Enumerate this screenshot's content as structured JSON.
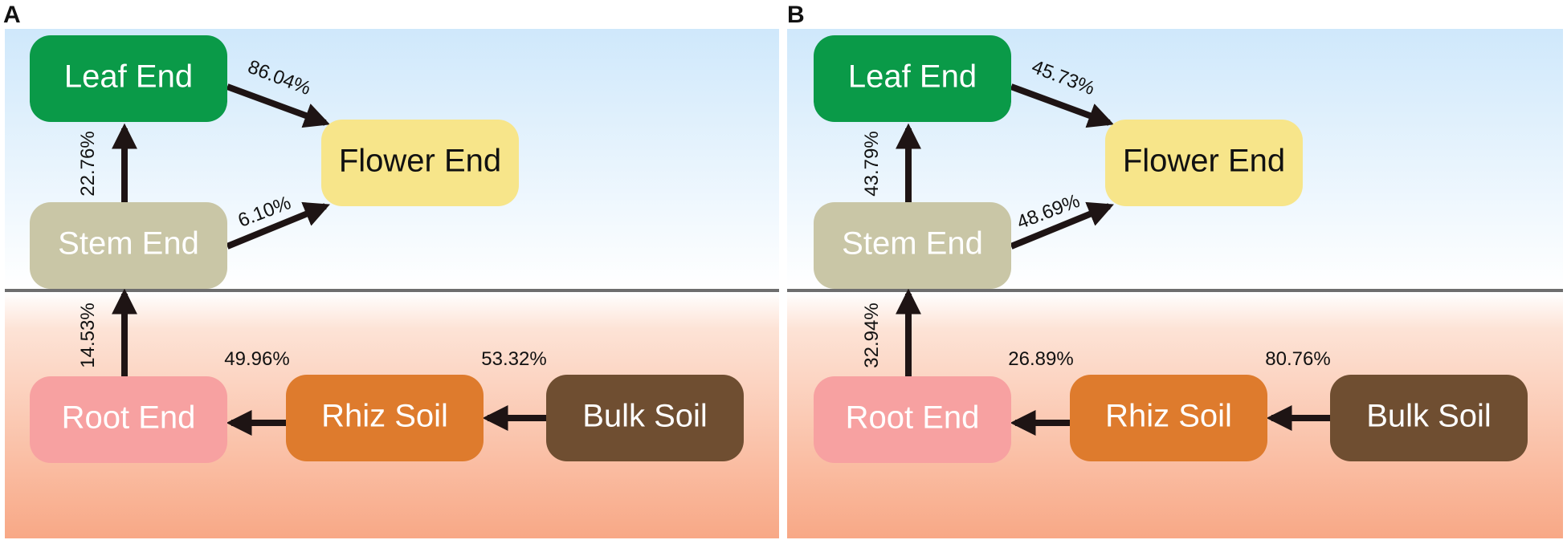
{
  "panels": [
    {
      "id": "A",
      "label": "A",
      "nodes": {
        "leaf": "Leaf End",
        "flower": "Flower End",
        "stem": "Stem End",
        "root": "Root End",
        "rhiz": "Rhiz Soil",
        "bulk": "Bulk Soil"
      },
      "edges": {
        "leaf_to_flower": "86.04%",
        "stem_to_leaf": "22.76%",
        "stem_to_flower": "6.10%",
        "root_to_stem": "14.53%",
        "rhiz_to_root": "49.96%",
        "bulk_to_rhiz": "53.32%"
      }
    },
    {
      "id": "B",
      "label": "B",
      "nodes": {
        "leaf": "Leaf End",
        "flower": "Flower End",
        "stem": "Stem End",
        "root": "Root End",
        "rhiz": "Rhiz Soil",
        "bulk": "Bulk Soil"
      },
      "edges": {
        "leaf_to_flower": "45.73%",
        "stem_to_leaf": "43.79%",
        "stem_to_flower": "48.69%",
        "root_to_stem": "32.94%",
        "rhiz_to_root": "26.89%",
        "bulk_to_rhiz": "80.76%"
      }
    }
  ],
  "colors": {
    "sky_top": "#cfe8fb",
    "sky_bottom": "#ffffff",
    "soil_top": "#ffffff",
    "soil_bottom": "#f8a886",
    "divider": "#6e6e6e",
    "leaf_node": "#0a9a48",
    "flower_node": "#f7e58a",
    "stem_node": "#c9c6a6",
    "root_node": "#f7a1a1",
    "rhiz_node": "#de7b2d",
    "bulk_node": "#6f4e31",
    "arrow": "#1e1414"
  }
}
